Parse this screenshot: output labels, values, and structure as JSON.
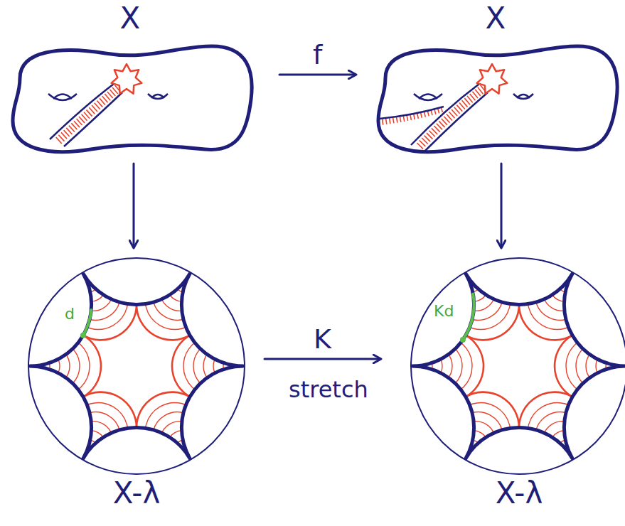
{
  "diagram": {
    "nodes": [
      {
        "text": [
          "X"
        ]
      },
      {
        "text": [
          "X"
        ]
      },
      {
        "text": [
          "X-λ"
        ]
      },
      {
        "text": [
          "X-λ"
        ]
      }
    ],
    "edges": [
      {
        "from": 0,
        "to": 1,
        "arrow": "to",
        "label": "f"
      },
      {
        "from": 0,
        "to": 2,
        "arrow": "to"
      },
      {
        "from": 1,
        "to": 3,
        "arrow": "to"
      },
      {
        "from": 2,
        "to": 3,
        "arrow": "to",
        "label": "K"
      }
    ],
    "labels": [
      "stretch",
      "d",
      "Kd"
    ]
  }
}
